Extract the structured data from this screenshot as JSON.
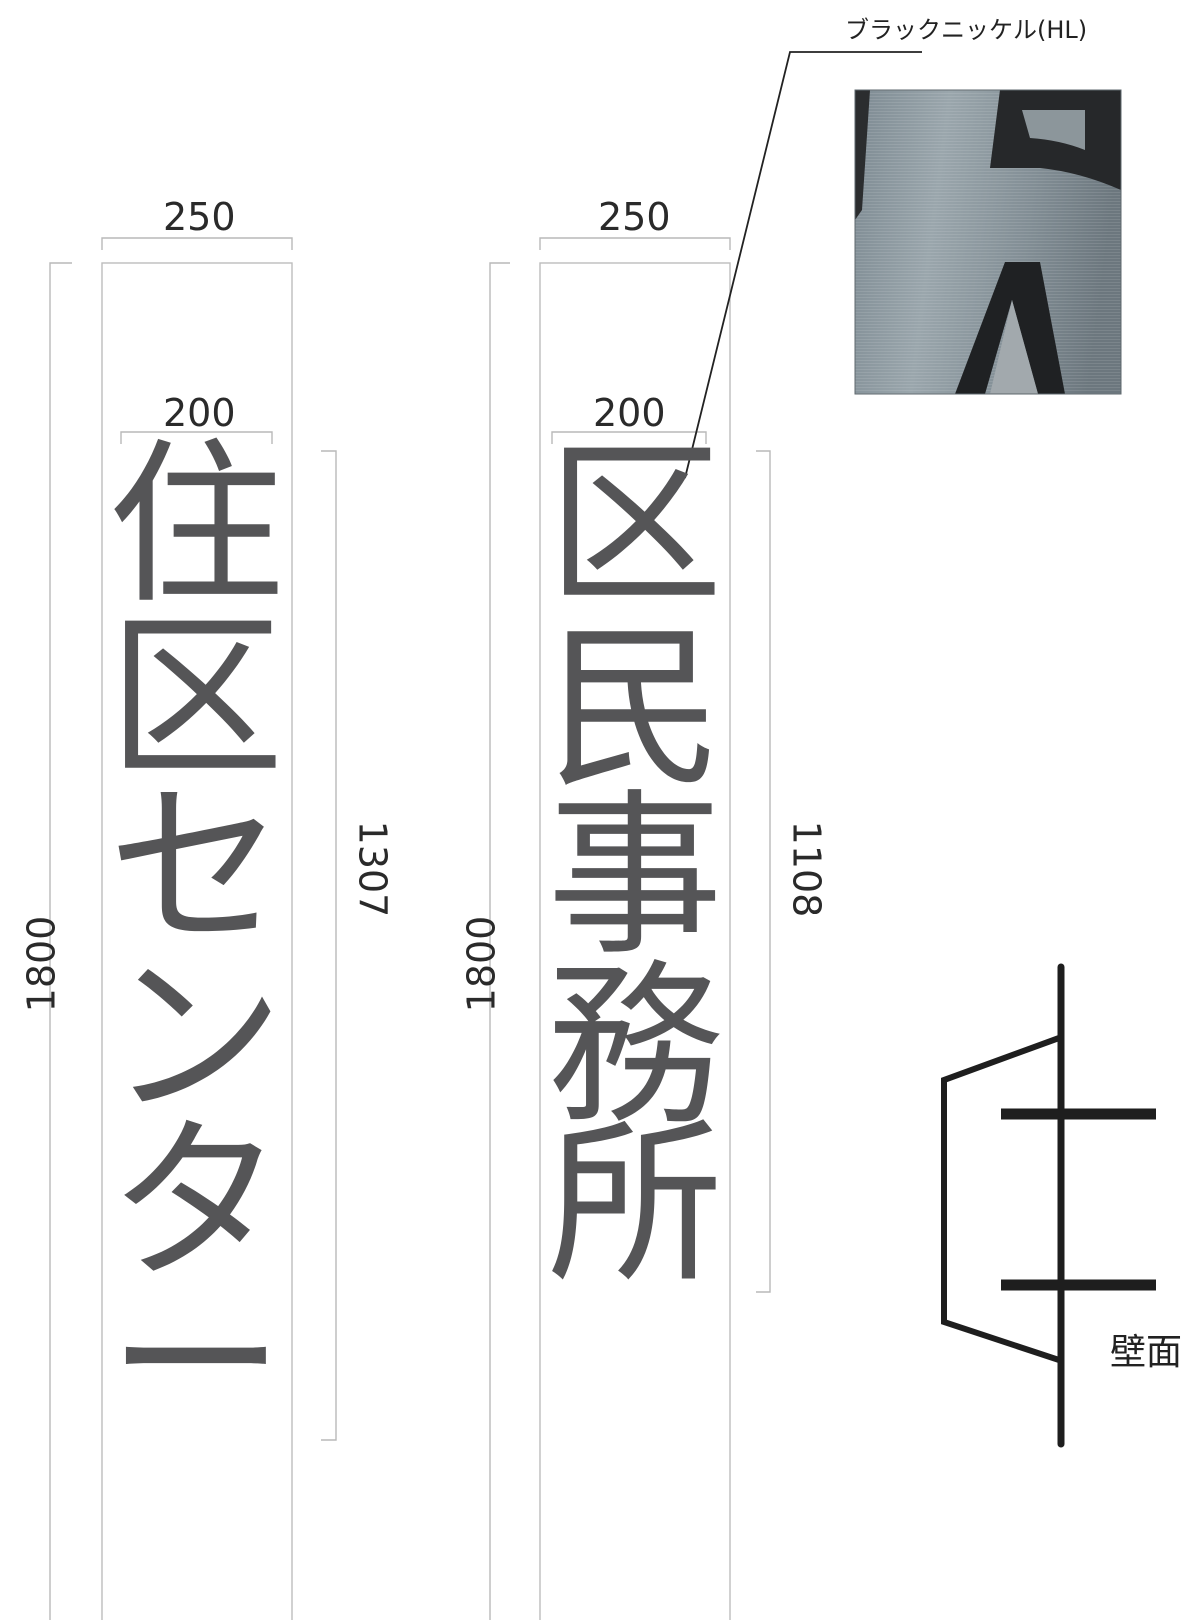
{
  "sign_left": {
    "width_dim": "250",
    "text_width_dim": "200",
    "height_dim": "1800",
    "text_height_dim": "1307",
    "characters": [
      "住",
      "区",
      "セ",
      "ン",
      "タ",
      "ー"
    ]
  },
  "sign_right": {
    "width_dim": "250",
    "text_width_dim": "200",
    "height_dim": "1800",
    "text_height_dim": "1108",
    "characters": [
      "区",
      "民",
      "事",
      "務",
      "所"
    ]
  },
  "material_callout": {
    "label": "ブラックニッケル(HL)"
  },
  "side_view": {
    "wall_label": "壁面"
  },
  "colors": {
    "letter": "#555557",
    "dimension_line": "#b9b9b9",
    "outline": "#222222"
  }
}
